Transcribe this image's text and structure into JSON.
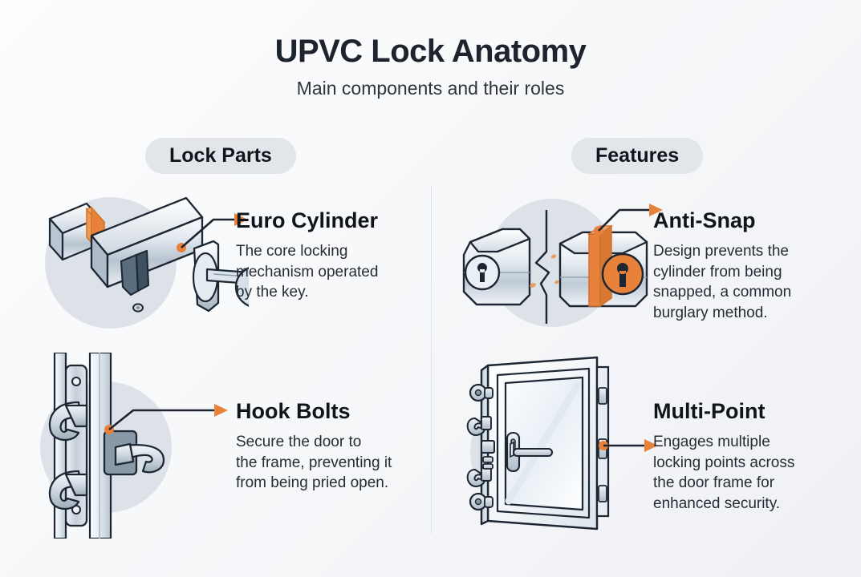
{
  "header": {
    "title": "UPVC Lock Anatomy",
    "subtitle": "Main components and their roles"
  },
  "sections": [
    {
      "id": "lock-parts",
      "label": "Lock Parts"
    },
    {
      "id": "features",
      "label": "Features"
    }
  ],
  "colors": {
    "background": "#f7f8fa",
    "accent_orange": "#e8813a",
    "connector_line": "#1d2430",
    "pill_background": "#e2e5ea",
    "circle_backdrop": "#dde1e8",
    "heading_text": "#10151c",
    "body_text": "#262c35",
    "metal_light": "#f2f5f8",
    "metal_mid": "#c9d2db",
    "metal_dark": "#9aa8b5",
    "outline": "#1d2733",
    "divider": "#dfe2e7"
  },
  "cards": [
    {
      "id": "euro-cylinder",
      "section": "lock-parts",
      "heading": "Euro Cylinder",
      "body_lines": [
        "The core locking",
        "mechanism operated",
        "by the key."
      ],
      "illustration": "euro-cylinder-illustration",
      "connector": {
        "arrow": "arrow-right",
        "color": "#e8813a"
      }
    },
    {
      "id": "anti-snap",
      "section": "features",
      "heading": "Anti-Snap",
      "body_lines": [
        "Design prevents the",
        "cylinder from being",
        "snapped, a common",
        "burglary method."
      ],
      "illustration": "snapped-cylinder-illustration",
      "connector": {
        "arrow": "arrow-right",
        "color": "#e8813a"
      }
    },
    {
      "id": "hook-bolts",
      "section": "lock-parts",
      "heading": "Hook Bolts",
      "body_lines": [
        "Secure the door to",
        "the frame, preventing it",
        "from being pried open."
      ],
      "illustration": "hook-bolts-illustration",
      "connector": {
        "arrow": "arrow-right",
        "color": "#e8813a"
      }
    },
    {
      "id": "multi-point",
      "section": "features",
      "heading": "Multi-Point",
      "body_lines": [
        "Engages multiple",
        "locking points across",
        "the door frame for",
        "enhanced security."
      ],
      "illustration": "multipoint-door-illustration",
      "connector": {
        "arrow": "arrow-right",
        "color": "#e8813a"
      }
    }
  ]
}
